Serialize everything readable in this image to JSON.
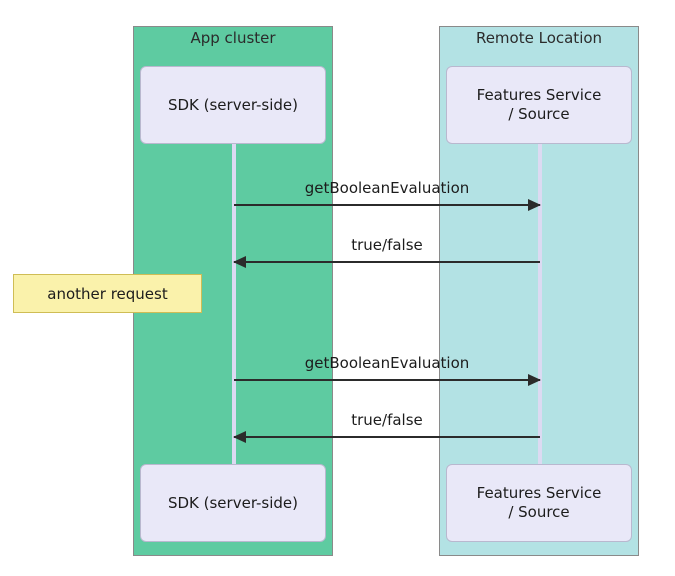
{
  "diagram": {
    "type": "sequence-diagram",
    "groups": [
      {
        "id": "app-cluster",
        "title": "App cluster",
        "color": "#5ecba1"
      },
      {
        "id": "remote-location",
        "title": "Remote Location",
        "color": "#b3e2e4"
      }
    ],
    "participants": [
      {
        "id": "sdk",
        "label": "SDK (server-side)",
        "group": "app-cluster",
        "color": "#e9e8f8"
      },
      {
        "id": "features-service",
        "label": "Features Service\n/ Source",
        "group": "remote-location",
        "color": "#e9e8f8"
      }
    ],
    "participant_labels": {
      "sdk_top": "SDK (server-side)",
      "service_top_line1": "Features Service",
      "service_top_line2": "/ Source",
      "sdk_bottom": "SDK (server-side)",
      "service_bottom_line1": "Features Service",
      "service_bottom_line2": "/ Source"
    },
    "messages": [
      {
        "id": "m1",
        "label": "getBooleanEvaluation",
        "from": "sdk",
        "to": "features-service",
        "direction": "right"
      },
      {
        "id": "m2",
        "label": "true/false",
        "from": "features-service",
        "to": "sdk",
        "direction": "left"
      },
      {
        "id": "m3",
        "label": "getBooleanEvaluation",
        "from": "sdk",
        "to": "features-service",
        "direction": "right"
      },
      {
        "id": "m4",
        "label": "true/false",
        "from": "features-service",
        "to": "sdk",
        "direction": "left"
      }
    ],
    "notes": [
      {
        "id": "another-request",
        "text": "another request",
        "color": "#faf2ab",
        "border": "#cfbd55"
      }
    ],
    "colors": {
      "app_cluster_fill": "#5ecba1",
      "remote_location_fill": "#b3e2e4",
      "participant_fill": "#e9e8f8",
      "lifeline": "#dcdaf2",
      "arrow": "#2b2b2b",
      "note_fill": "#faf2ab",
      "note_border": "#cfbd55",
      "background": "#ffffff"
    }
  }
}
